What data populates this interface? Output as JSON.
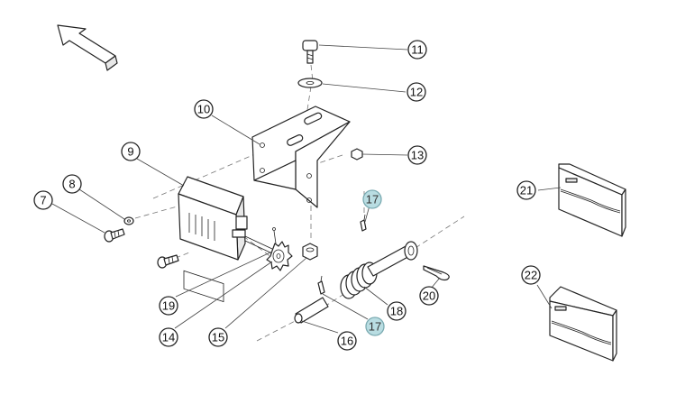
{
  "callouts": [
    {
      "id": "c7",
      "label": "7",
      "highlight": false
    },
    {
      "id": "c8",
      "label": "8",
      "highlight": false
    },
    {
      "id": "c9",
      "label": "9",
      "highlight": false
    },
    {
      "id": "c10",
      "label": "10",
      "highlight": false
    },
    {
      "id": "c11",
      "label": "11",
      "highlight": false
    },
    {
      "id": "c12",
      "label": "12",
      "highlight": false
    },
    {
      "id": "c13",
      "label": "13",
      "highlight": false
    },
    {
      "id": "c14",
      "label": "14",
      "highlight": false
    },
    {
      "id": "c15",
      "label": "15",
      "highlight": false
    },
    {
      "id": "c16",
      "label": "16",
      "highlight": false
    },
    {
      "id": "c17a",
      "label": "17",
      "highlight": true
    },
    {
      "id": "c17b",
      "label": "17",
      "highlight": true
    },
    {
      "id": "c18",
      "label": "18",
      "highlight": false
    },
    {
      "id": "c19",
      "label": "19",
      "highlight": false
    },
    {
      "id": "c20",
      "label": "20",
      "highlight": false
    },
    {
      "id": "c21",
      "label": "21",
      "highlight": false
    },
    {
      "id": "c22",
      "label": "22",
      "highlight": false
    }
  ],
  "colors": {
    "line": "#222222",
    "highlight_fill": "#b9dde2",
    "highlight_stroke": "#7aaab1"
  },
  "icons": {
    "orientation": "direction-arrow-icon"
  }
}
